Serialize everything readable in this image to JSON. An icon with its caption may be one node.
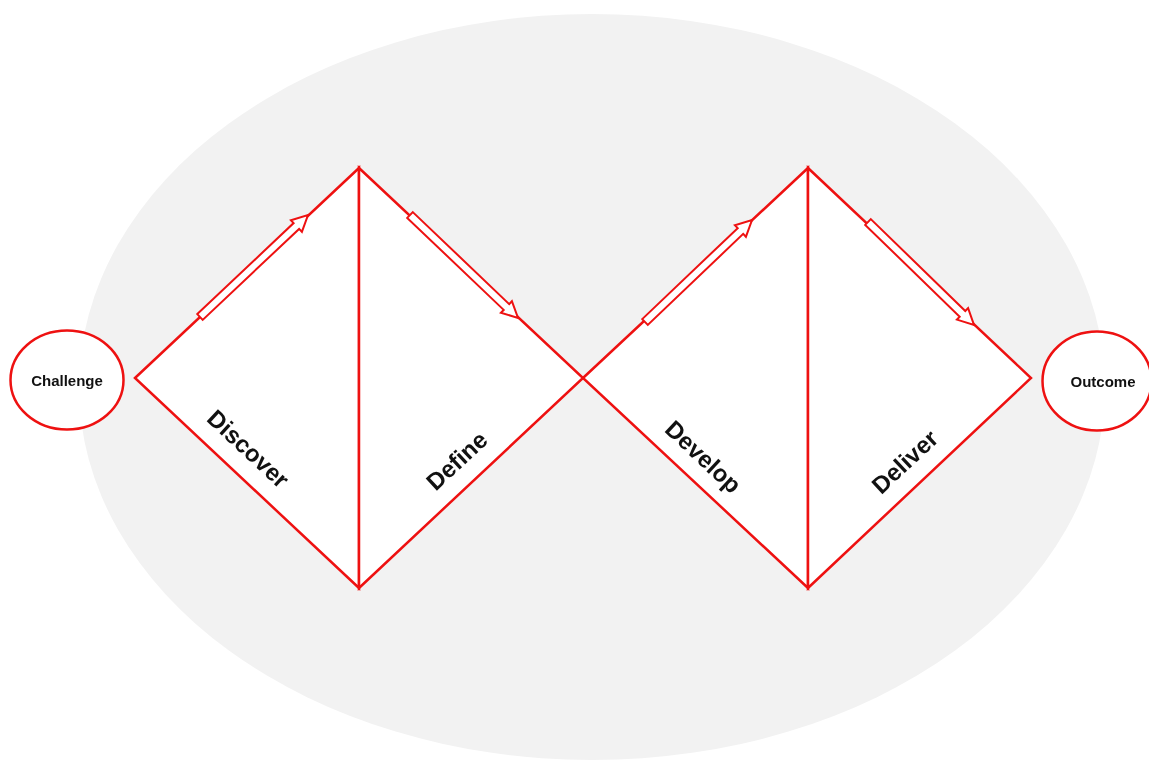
{
  "diagram": {
    "nodes": [
      {
        "text": [
          "Challenge"
        ]
      },
      {
        "text": [
          "Discover"
        ]
      },
      {
        "text": [
          "Define"
        ]
      },
      {
        "text": [
          "Develop"
        ]
      },
      {
        "text": [
          "Deliver"
        ]
      },
      {
        "text": [
          "Outcome"
        ]
      }
    ]
  }
}
